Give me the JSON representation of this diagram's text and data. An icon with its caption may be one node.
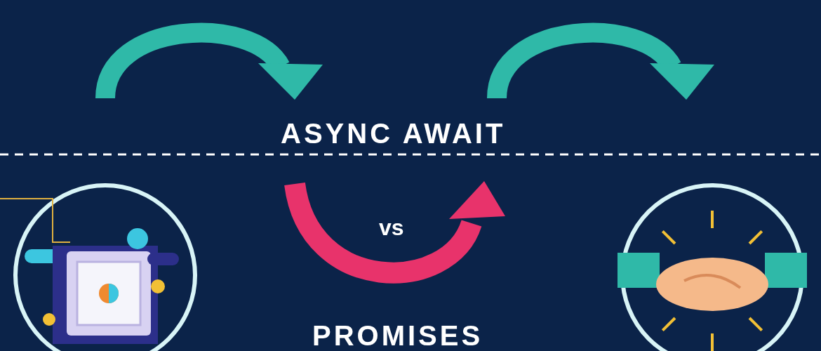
{
  "diagram": {
    "labels": [
      "ASYNC AWAIT",
      "vs",
      "PROMISES"
    ]
  }
}
